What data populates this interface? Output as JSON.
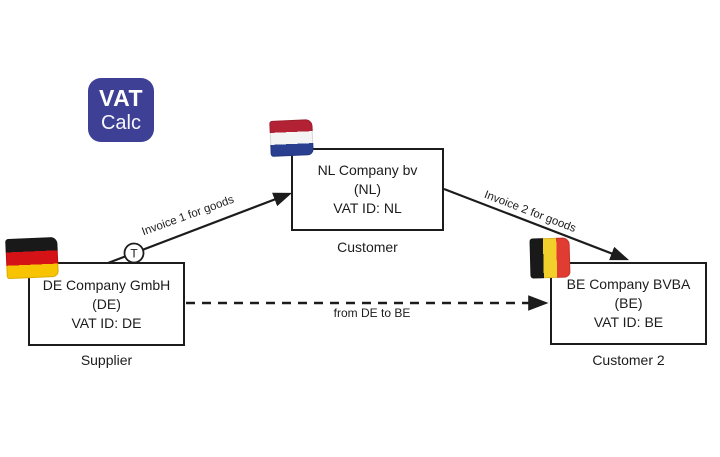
{
  "logo": {
    "line1": "VAT",
    "line2": "Calc"
  },
  "companies": {
    "supplier": {
      "name": "DE Company GmbH",
      "country_code": "(DE)",
      "vat_id": "VAT ID: DE",
      "role": "Supplier",
      "flag_icon": "germany-flag"
    },
    "customer": {
      "name": "NL Company bv",
      "country_code": "(NL)",
      "vat_id": "VAT ID: NL",
      "role": "Customer",
      "flag_icon": "netherlands-flag"
    },
    "customer2": {
      "name": "BE Company BVBA",
      "country_code": "(BE)",
      "vat_id": "VAT ID: BE",
      "role": "Customer 2",
      "flag_icon": "belgium-flag"
    }
  },
  "flows": {
    "invoice1": {
      "label": "Invoice 1 for goods",
      "badge": "T"
    },
    "invoice2": {
      "label": "Invoice 2 for goods"
    },
    "goods_movement": {
      "label": "from DE to BE",
      "style": "dashed"
    }
  },
  "colors": {
    "logo_bg": "#3e4095",
    "logo_text": "#ffffff",
    "ink": "#1c1c1c",
    "line": "#1c1c1c",
    "box_bg": "#ffffff",
    "de_black": "#191919",
    "de_red": "#d51317",
    "de_gold": "#f8c300",
    "nl_red": "#b22234",
    "nl_white": "#f4f4f4",
    "nl_blue": "#2a3f8f",
    "be_black": "#191919",
    "be_yellow": "#f2cf2a",
    "be_red": "#e03c31"
  }
}
